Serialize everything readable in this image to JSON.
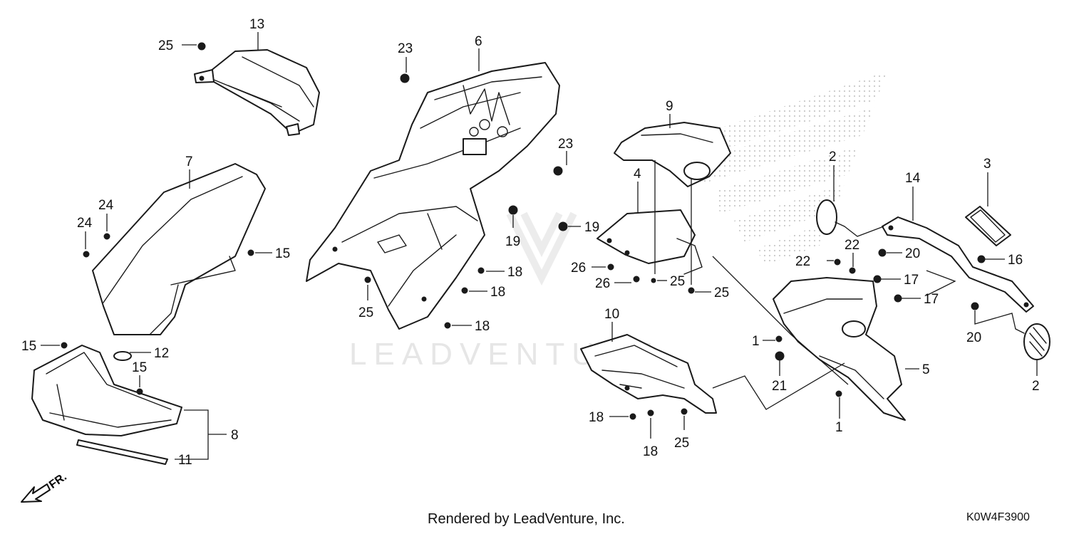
{
  "watermark": {
    "text": "LEADVENTURE"
  },
  "footer": {
    "credit": "Rendered by LeadVenture, Inc.",
    "diagram_code": "K0W4F3900"
  },
  "direction": {
    "label": "FR."
  },
  "callouts": {
    "c13": "13",
    "c25a": "25",
    "c7": "7",
    "c24a": "24",
    "c24b": "24",
    "c15a": "15",
    "c15b": "15",
    "c12": "12",
    "c15c": "15",
    "c8": "8",
    "c11": "11",
    "c23a": "23",
    "c6": "6",
    "c23b": "23",
    "c19a": "19",
    "c19b": "19",
    "c25b": "25",
    "c18a": "18",
    "c18b": "18",
    "c18c": "18",
    "c9": "9",
    "c4": "4",
    "c26a": "26",
    "c26b": "26",
    "c25c": "25",
    "c25d": "25",
    "c10": "10",
    "c18d": "18",
    "c18e": "18",
    "c25e": "25",
    "c2a": "2",
    "c14": "14",
    "c3": "3",
    "c22a": "22",
    "c22b": "22",
    "c20a": "20",
    "c16": "16",
    "c17a": "17",
    "c17b": "17",
    "c20b": "20",
    "c1a": "1",
    "c21": "21",
    "c5": "5",
    "c1b": "1",
    "c2b": "2"
  }
}
